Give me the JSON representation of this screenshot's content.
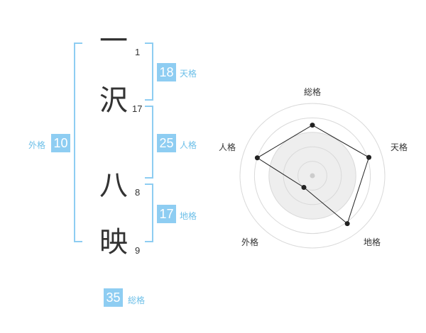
{
  "name": {
    "characters": [
      {
        "char": "一",
        "strokes": "1"
      },
      {
        "char": "沢",
        "strokes": "17"
      },
      {
        "char": "八",
        "strokes": "8"
      },
      {
        "char": "映",
        "strokes": "9"
      }
    ]
  },
  "fortune": {
    "tenkaku": {
      "value": "18",
      "label": "天格"
    },
    "jinkaku": {
      "value": "25",
      "label": "人格"
    },
    "chikaku": {
      "value": "17",
      "label": "地格"
    },
    "gaikaku": {
      "value": "10",
      "label": "外格"
    },
    "soukaku": {
      "value": "35",
      "label": "総格"
    }
  },
  "radar": {
    "axes": [
      {
        "label": "総格",
        "value": 0.7
      },
      {
        "label": "天格",
        "value": 0.82
      },
      {
        "label": "地格",
        "value": 0.82
      },
      {
        "label": "外格",
        "value": 0.2
      },
      {
        "label": "人格",
        "value": 0.8
      }
    ],
    "rings": 5,
    "colors": {
      "grid": "#d9d9d9",
      "fill": "#eeeeee",
      "stroke": "#222222",
      "center": "#cccccc"
    }
  }
}
